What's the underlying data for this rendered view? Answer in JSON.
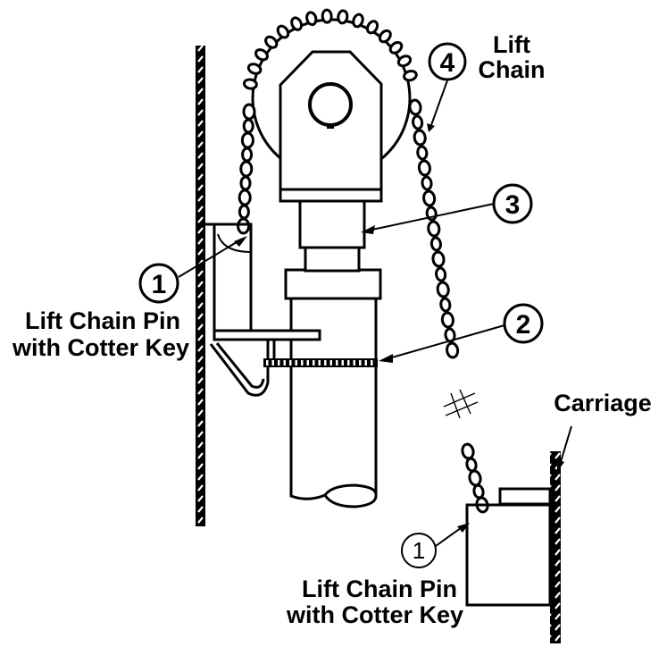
{
  "diagram": {
    "title": "Lift chain assembly",
    "colors": {
      "ink": "#000000",
      "paper": "#ffffff"
    },
    "callouts": [
      {
        "id": "callout-4",
        "number": "4",
        "label_lines": [
          "Lift",
          "Chain"
        ]
      },
      {
        "id": "callout-3",
        "number": "3",
        "label_lines": []
      },
      {
        "id": "callout-2",
        "number": "2",
        "label_lines": []
      },
      {
        "id": "callout-1-upper",
        "number": "1",
        "label_lines": [
          "Lift Chain Pin",
          "with Cotter Key"
        ]
      },
      {
        "id": "callout-1-lower",
        "number": "1",
        "label_lines": [
          "Lift Chain Pin",
          "with Cotter Key"
        ]
      }
    ],
    "carriage_label": "Carriage"
  }
}
